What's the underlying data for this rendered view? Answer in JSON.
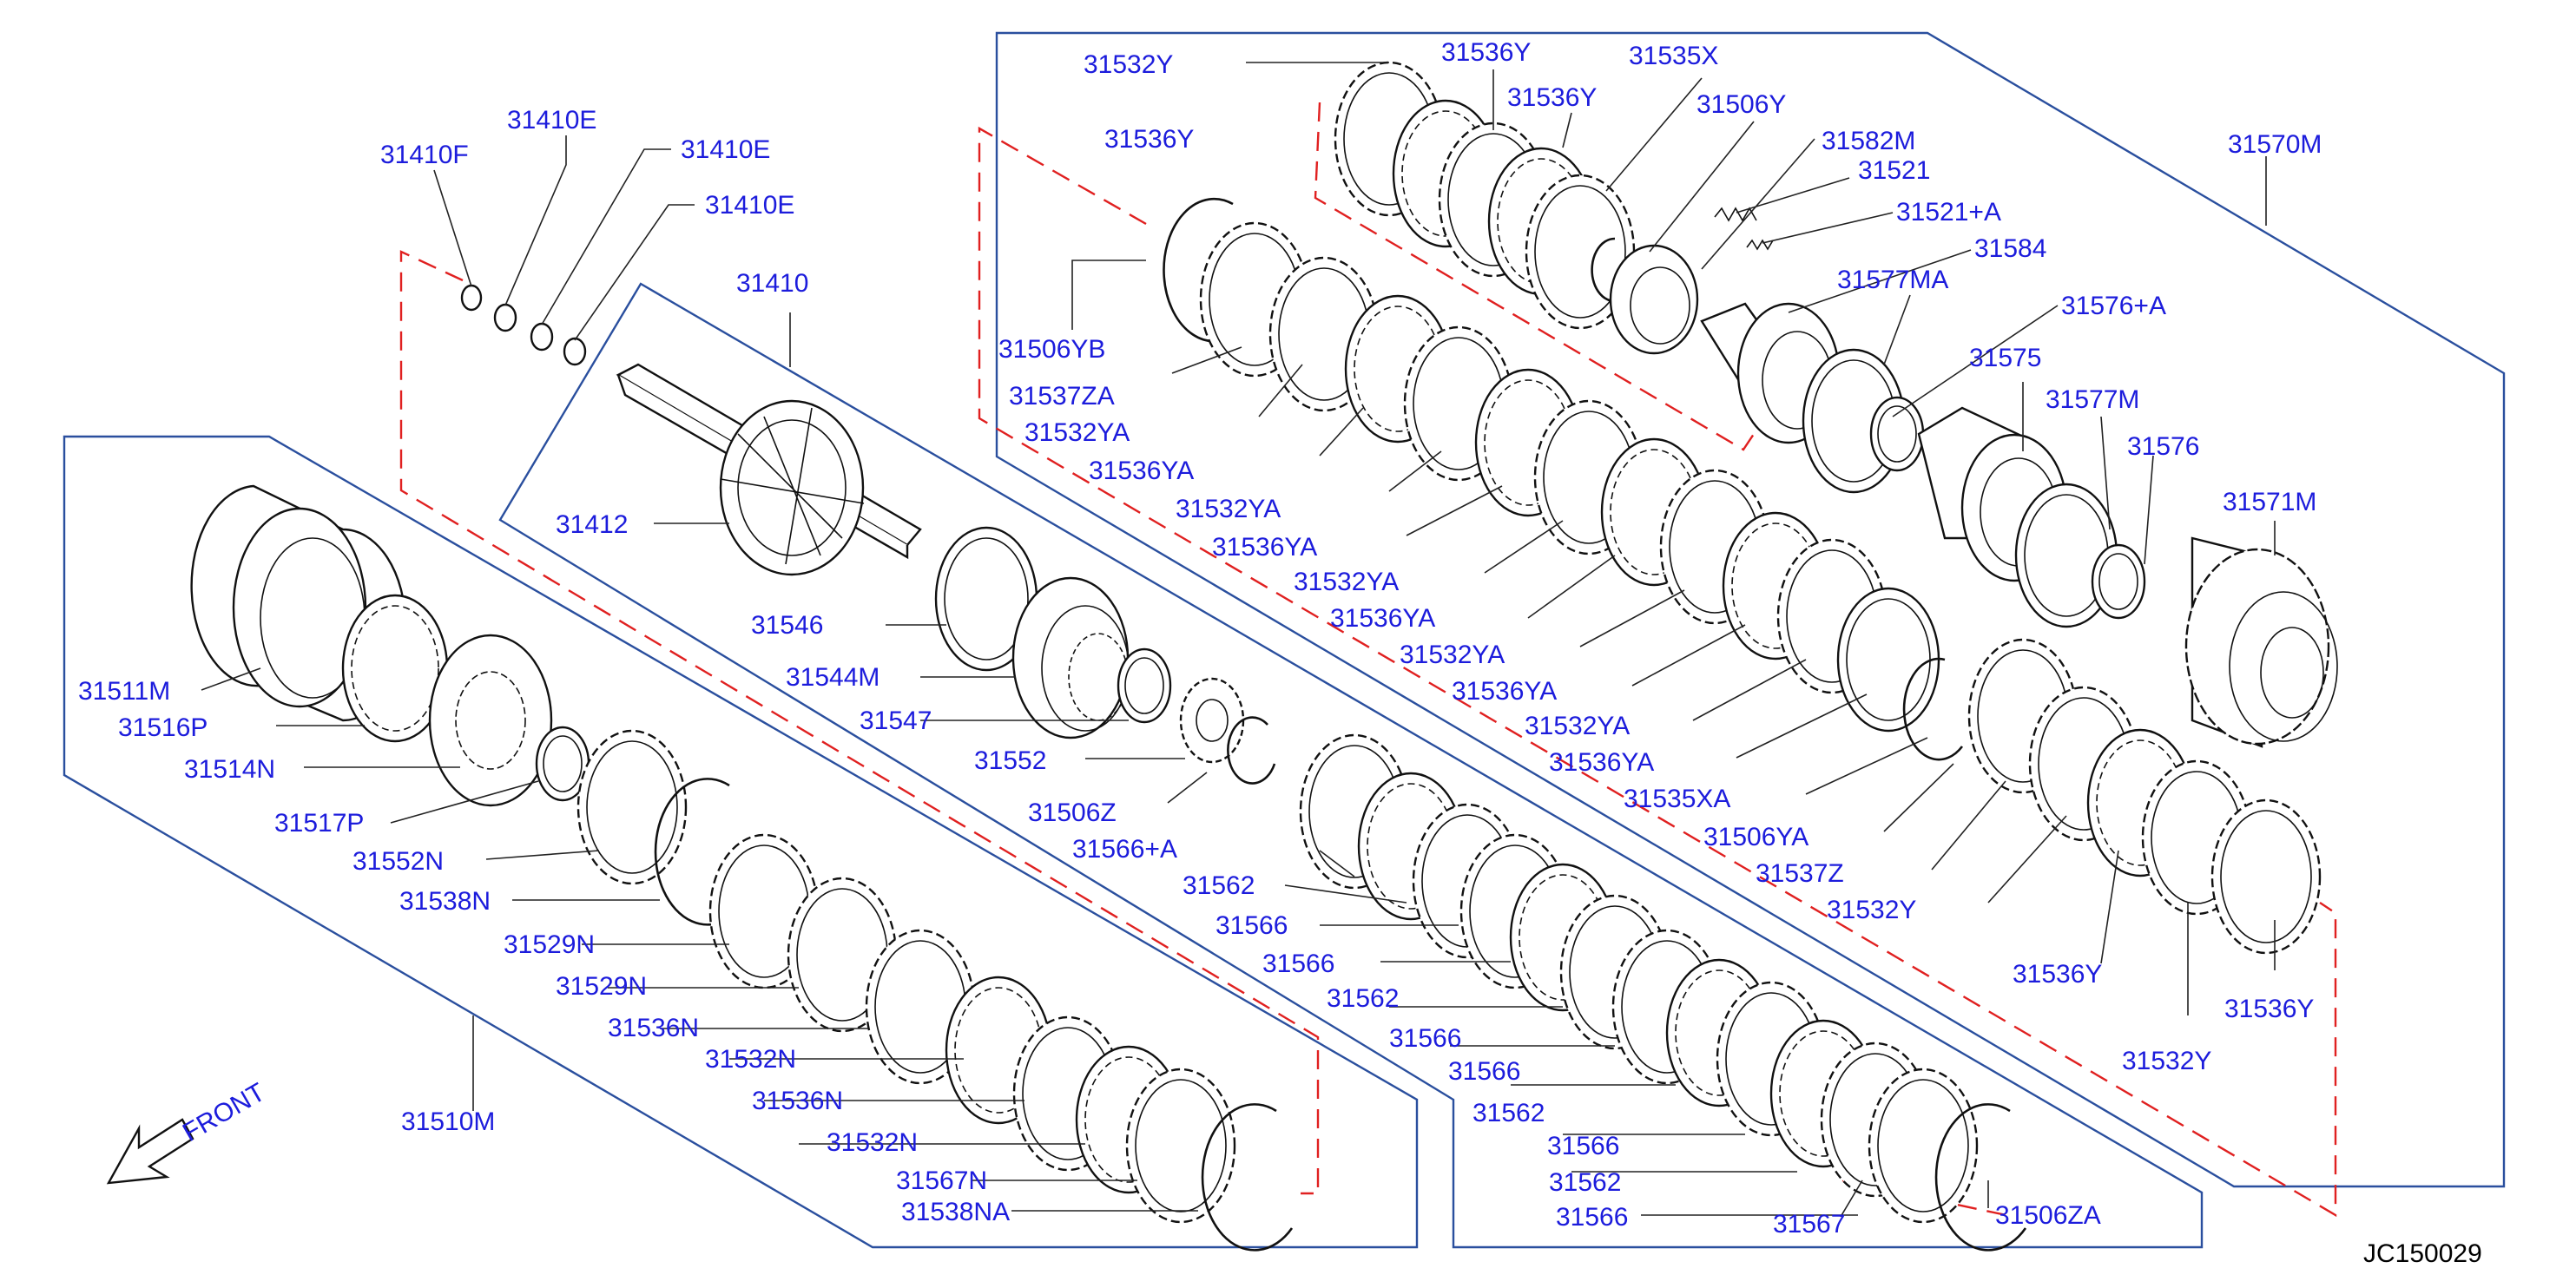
{
  "diagram": {
    "figure_code": "JC150029",
    "front_label": "FRONT",
    "parts": [
      {
        "id": "31410F",
        "label": "31410F"
      },
      {
        "id": "31410E-a",
        "label": "31410E"
      },
      {
        "id": "31410E-b",
        "label": "31410E"
      },
      {
        "id": "31410E-c",
        "label": "31410E"
      },
      {
        "id": "31410",
        "label": "31410"
      },
      {
        "id": "31412",
        "label": "31412"
      },
      {
        "id": "31546",
        "label": "31546"
      },
      {
        "id": "31544M",
        "label": "31544M"
      },
      {
        "id": "31547",
        "label": "31547"
      },
      {
        "id": "31552",
        "label": "31552"
      },
      {
        "id": "31506Z",
        "label": "31506Z"
      },
      {
        "id": "31566+A",
        "label": "31566+A"
      },
      {
        "id": "31511M",
        "label": "31511M"
      },
      {
        "id": "31516P",
        "label": "31516P"
      },
      {
        "id": "31514N",
        "label": "31514N"
      },
      {
        "id": "31517P",
        "label": "31517P"
      },
      {
        "id": "31552N",
        "label": "31552N"
      },
      {
        "id": "31538N",
        "label": "31538N"
      },
      {
        "id": "31529N-a",
        "label": "31529N"
      },
      {
        "id": "31529N-b",
        "label": "31529N"
      },
      {
        "id": "31536N-a",
        "label": "31536N"
      },
      {
        "id": "31532N-a",
        "label": "31532N"
      },
      {
        "id": "31536N-b",
        "label": "31536N"
      },
      {
        "id": "31532N-b",
        "label": "31532N"
      },
      {
        "id": "31567N",
        "label": "31567N"
      },
      {
        "id": "31538NA",
        "label": "31538NA"
      },
      {
        "id": "31510M",
        "label": "31510M"
      },
      {
        "id": "31562-a",
        "label": "31562"
      },
      {
        "id": "31566-a",
        "label": "31566"
      },
      {
        "id": "31566-b",
        "label": "31566"
      },
      {
        "id": "31562-b",
        "label": "31562"
      },
      {
        "id": "31566-c",
        "label": "31566"
      },
      {
        "id": "31566-d",
        "label": "31566"
      },
      {
        "id": "31562-c",
        "label": "31562"
      },
      {
        "id": "31566-e",
        "label": "31566"
      },
      {
        "id": "31562-d",
        "label": "31562"
      },
      {
        "id": "31566-f",
        "label": "31566"
      },
      {
        "id": "31567",
        "label": "31567"
      },
      {
        "id": "31506ZA",
        "label": "31506ZA"
      },
      {
        "id": "31532Y-top",
        "label": "31532Y"
      },
      {
        "id": "31536Y-top-a",
        "label": "31536Y"
      },
      {
        "id": "31536Y-top-b",
        "label": "31536Y"
      },
      {
        "id": "31536Y-top-c",
        "label": "31536Y"
      },
      {
        "id": "31535X",
        "label": "31535X"
      },
      {
        "id": "31506Y",
        "label": "31506Y"
      },
      {
        "id": "31582M",
        "label": "31582M"
      },
      {
        "id": "31521",
        "label": "31521"
      },
      {
        "id": "31521+A",
        "label": "31521+A"
      },
      {
        "id": "31584",
        "label": "31584"
      },
      {
        "id": "31577MA",
        "label": "31577MA"
      },
      {
        "id": "31576+A",
        "label": "31576+A"
      },
      {
        "id": "31575",
        "label": "31575"
      },
      {
        "id": "31577M",
        "label": "31577M"
      },
      {
        "id": "31576",
        "label": "31576"
      },
      {
        "id": "31570M",
        "label": "31570M"
      },
      {
        "id": "31571M",
        "label": "31571M"
      },
      {
        "id": "31506YB",
        "label": "31506YB"
      },
      {
        "id": "31537ZA",
        "label": "31537ZA"
      },
      {
        "id": "31532YA-a",
        "label": "31532YA"
      },
      {
        "id": "31536YA-a",
        "label": "31536YA"
      },
      {
        "id": "31532YA-b",
        "label": "31532YA"
      },
      {
        "id": "31536YA-b",
        "label": "31536YA"
      },
      {
        "id": "31532YA-c",
        "label": "31532YA"
      },
      {
        "id": "31536YA-c",
        "label": "31536YA"
      },
      {
        "id": "31532YA-d",
        "label": "31532YA"
      },
      {
        "id": "31536YA-d",
        "label": "31536YA"
      },
      {
        "id": "31532YA-e",
        "label": "31532YA"
      },
      {
        "id": "31536YA-e",
        "label": "31536YA"
      },
      {
        "id": "31535XA",
        "label": "31535XA"
      },
      {
        "id": "31506YA",
        "label": "31506YA"
      },
      {
        "id": "31537Z",
        "label": "31537Z"
      },
      {
        "id": "31532Y-mid",
        "label": "31532Y"
      },
      {
        "id": "31536Y-bot-a",
        "label": "31536Y"
      },
      {
        "id": "31536Y-bot-b",
        "label": "31536Y"
      },
      {
        "id": "31532Y-bot",
        "label": "31532Y"
      }
    ]
  }
}
